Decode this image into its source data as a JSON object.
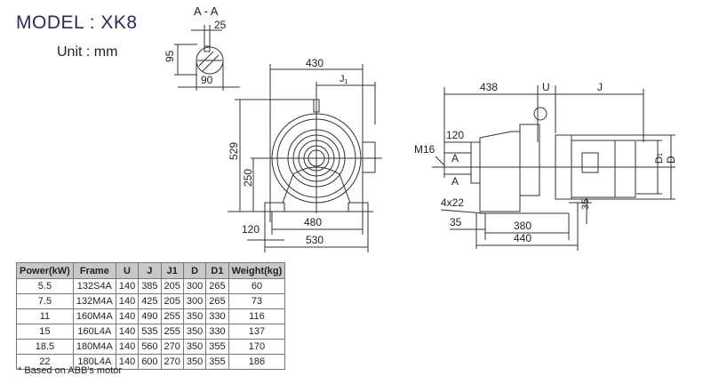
{
  "header": {
    "model": "MODEL : XK8",
    "unit": "Unit : mm"
  },
  "section_view": {
    "title": "A - A",
    "key_width": "25",
    "height": "95",
    "shaft_dia": "90"
  },
  "front_view": {
    "width_top": "430",
    "j1_label": "J",
    "j1_sub": "1",
    "overall_height": "529",
    "center_height": "250",
    "foot_offset": "120",
    "bolt_span": "480",
    "base_width": "530"
  },
  "side_view": {
    "length_438": "438",
    "u_label": "U",
    "j_label": "J",
    "shaft_length": "120",
    "thread": "M16",
    "section_mark_top": "A",
    "section_mark_bottom": "A",
    "holes": "4x22",
    "edge": "35",
    "bolt_span": "380",
    "base_length": "440",
    "foot_height": "35",
    "d1_label": "D",
    "d1_sub": "1",
    "d_label": "D"
  },
  "table": {
    "headers": [
      "Power(kW)",
      "Frame",
      "U",
      "J",
      "J1",
      "D",
      "D1",
      "Weight(kg)"
    ],
    "rows": [
      [
        "5.5",
        "132S4A",
        "140",
        "385",
        "205",
        "300",
        "265",
        "60"
      ],
      [
        "7.5",
        "132M4A",
        "140",
        "425",
        "205",
        "300",
        "265",
        "73"
      ],
      [
        "11",
        "160M4A",
        "140",
        "490",
        "255",
        "350",
        "330",
        "116"
      ],
      [
        "15",
        "160L4A",
        "140",
        "535",
        "255",
        "350",
        "330",
        "137"
      ],
      [
        "18.5",
        "180M4A",
        "140",
        "560",
        "270",
        "350",
        "355",
        "170"
      ],
      [
        "22",
        "180L4A",
        "140",
        "600",
        "270",
        "350",
        "355",
        "186"
      ]
    ]
  },
  "note": "* Based on ABB's motor"
}
